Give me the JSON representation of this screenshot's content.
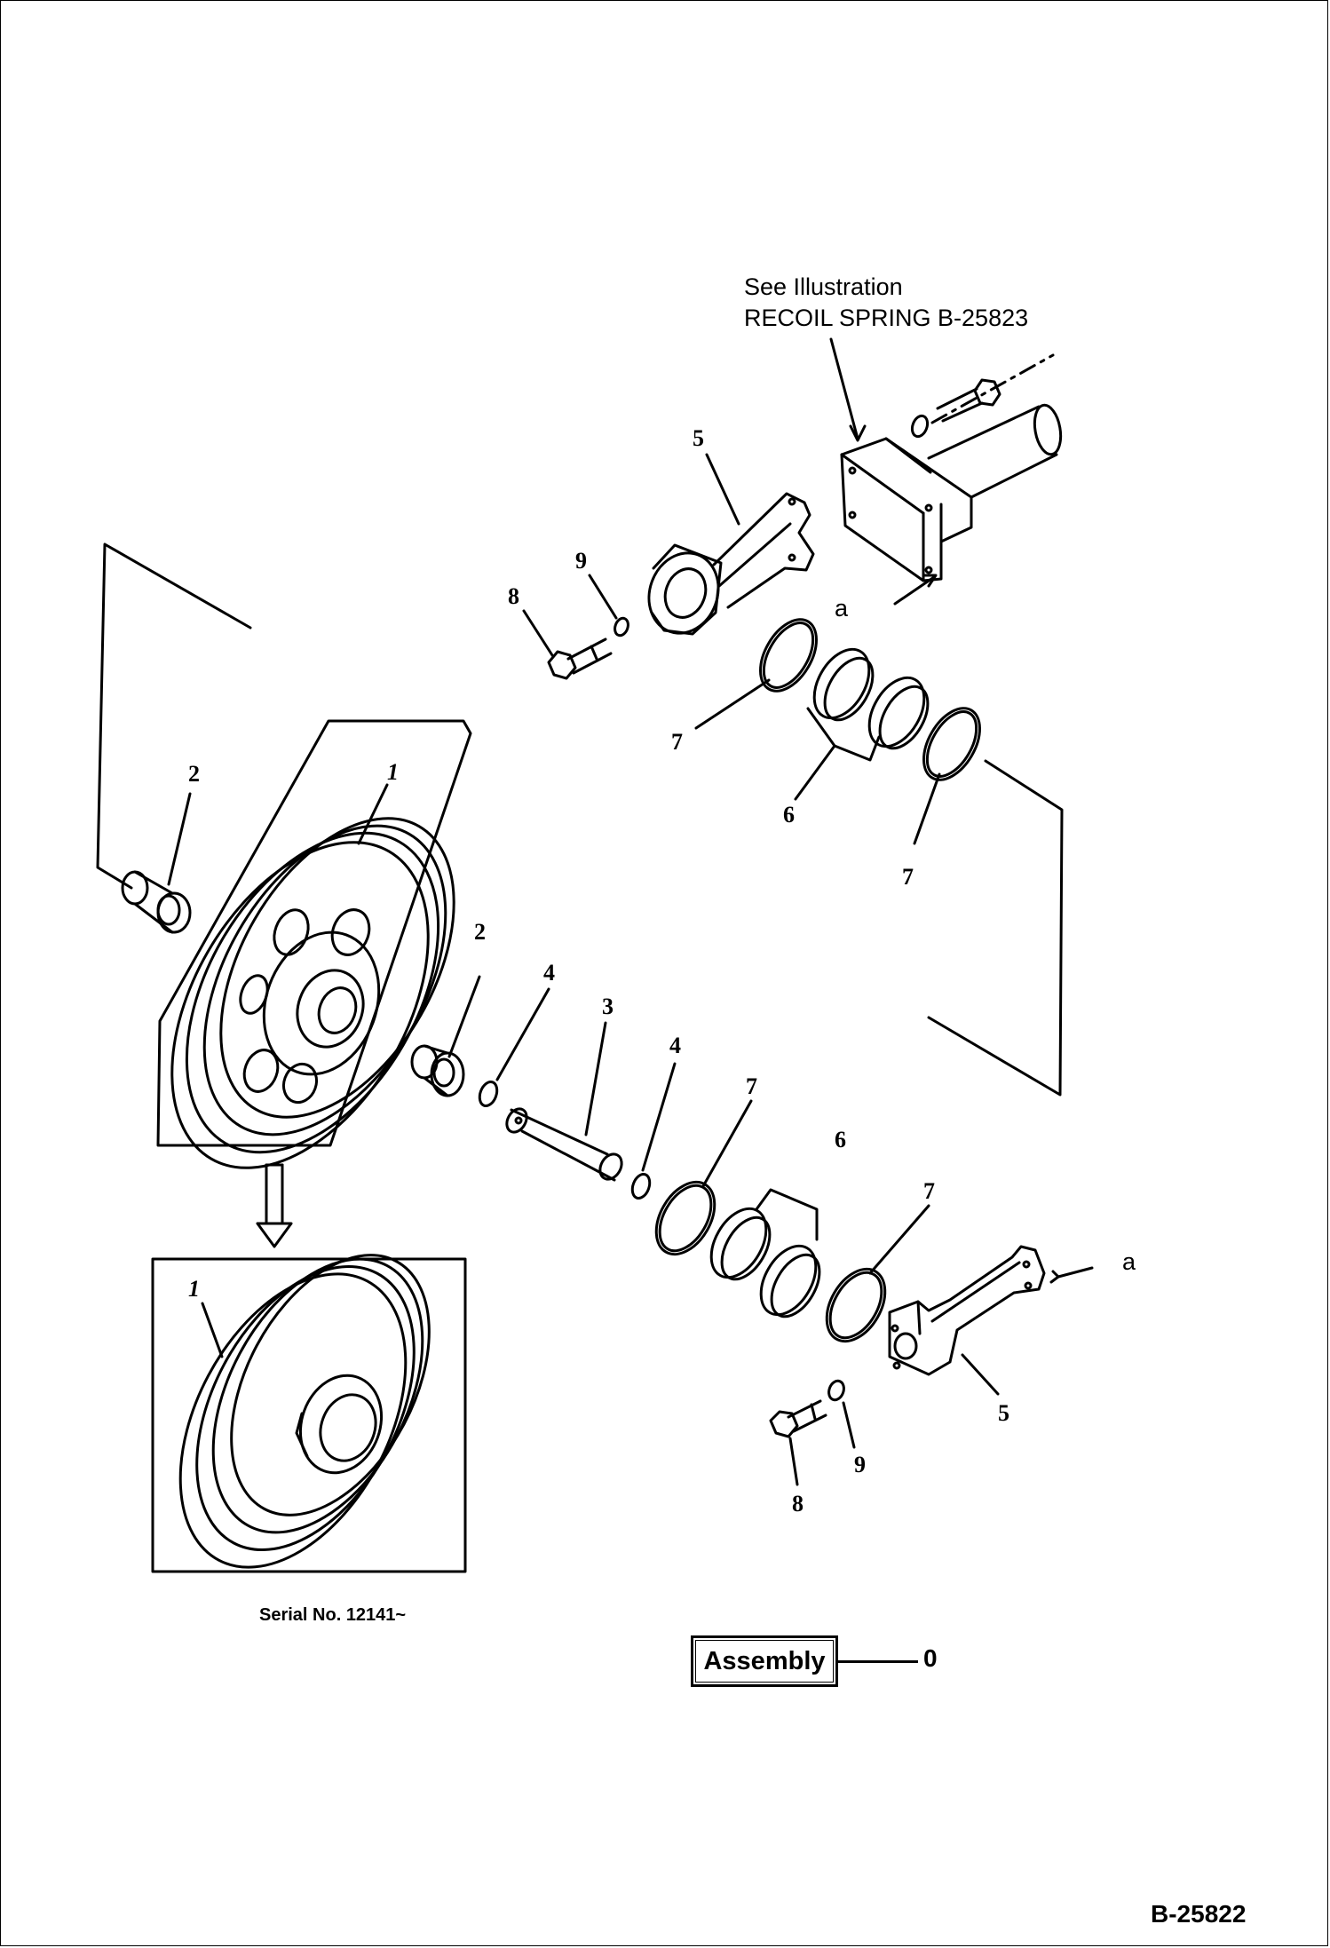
{
  "note": {
    "line1": "See Illustration",
    "line2": "RECOIL SPRING B-25823"
  },
  "callouts": {
    "c1a": "1",
    "c1b": "1",
    "c2a": "2",
    "c2b": "2",
    "c3": "3",
    "c4a": "4",
    "c4b": "4",
    "c5a": "5",
    "c5b": "5",
    "c6a": "6",
    "c6b": "6",
    "c7a": "7",
    "c7b": "7",
    "c7c": "7",
    "c7d": "7",
    "c8a": "8",
    "c8b": "8",
    "c9a": "9",
    "c9b": "9",
    "aa": "a",
    "ab": "a"
  },
  "serial": "Serial No. 12141~",
  "assembly": {
    "label": "Assembly",
    "number": "0"
  },
  "diagram_id": "B-25822"
}
